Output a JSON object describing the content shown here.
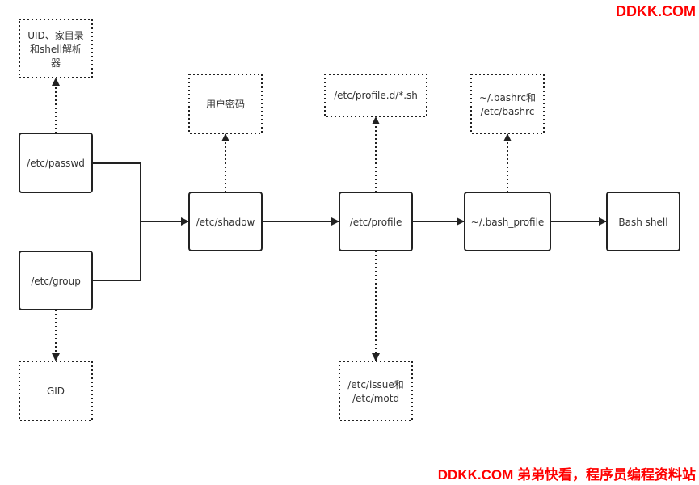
{
  "watermark_top": "DDKK.COM",
  "watermark_bottom": "DDKK.COM 弟弟快看，程序员编程资料站",
  "nodes": {
    "uid": [
      "UID、家目录",
      "和shell解析",
      "器"
    ],
    "passwd": "/etc/passwd",
    "group": "/etc/group",
    "gid": "GID",
    "user_password": "用户密码",
    "shadow": "/etc/shadow",
    "profile_d": "/etc/profile.d/*.sh",
    "profile": "/etc/profile",
    "issue": [
      "/etc/issue和",
      "/etc/motd"
    ],
    "bashrc": [
      "~/.bashrc和",
      "/etc/bashrc"
    ],
    "bash_profile": "~/.bash_profile",
    "bash_shell": "Bash shell"
  }
}
